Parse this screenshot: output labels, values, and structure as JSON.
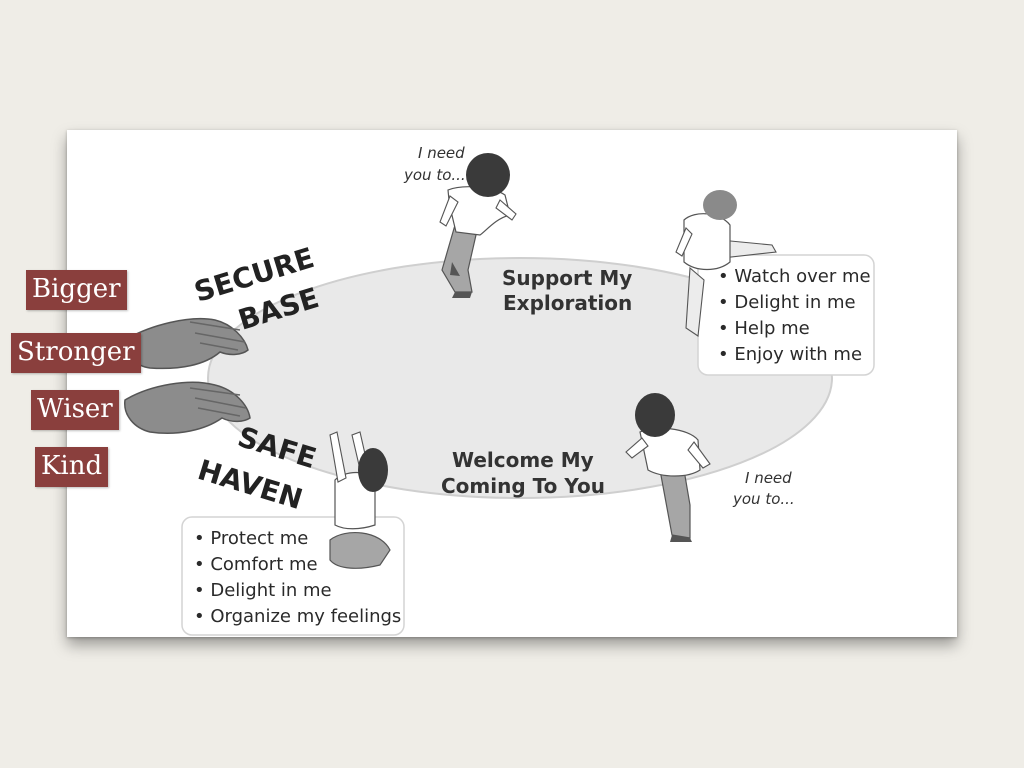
{
  "title_words": {
    "secure": "SECURE",
    "base": "BASE",
    "safe": "SAFE",
    "haven": "HAVEN"
  },
  "need_top": {
    "line1": "I need",
    "line2": "you to..."
  },
  "need_bottom": {
    "line1": "I need",
    "line2": "you to..."
  },
  "support": {
    "line1": "Support My",
    "line2": "Exploration"
  },
  "welcome": {
    "line1": "Welcome My",
    "line2": "Coming To You"
  },
  "exploration_needs": [
    "• Watch over me",
    "• Delight in me",
    "• Help me",
    "• Enjoy with me"
  ],
  "haven_needs": [
    "• Protect me",
    "• Comfort me",
    "• Delight in me",
    "• Organize my feelings"
  ],
  "qualities": [
    "Bigger",
    "Stronger",
    "Wiser",
    "Kind"
  ],
  "colors": {
    "label_bg": "#8a3f3d",
    "circle_fill": "#e9e9e9",
    "figure_dark": "#3a3a3a",
    "figure_mid": "#9a9a9a",
    "hands": "#8c8c8c"
  }
}
